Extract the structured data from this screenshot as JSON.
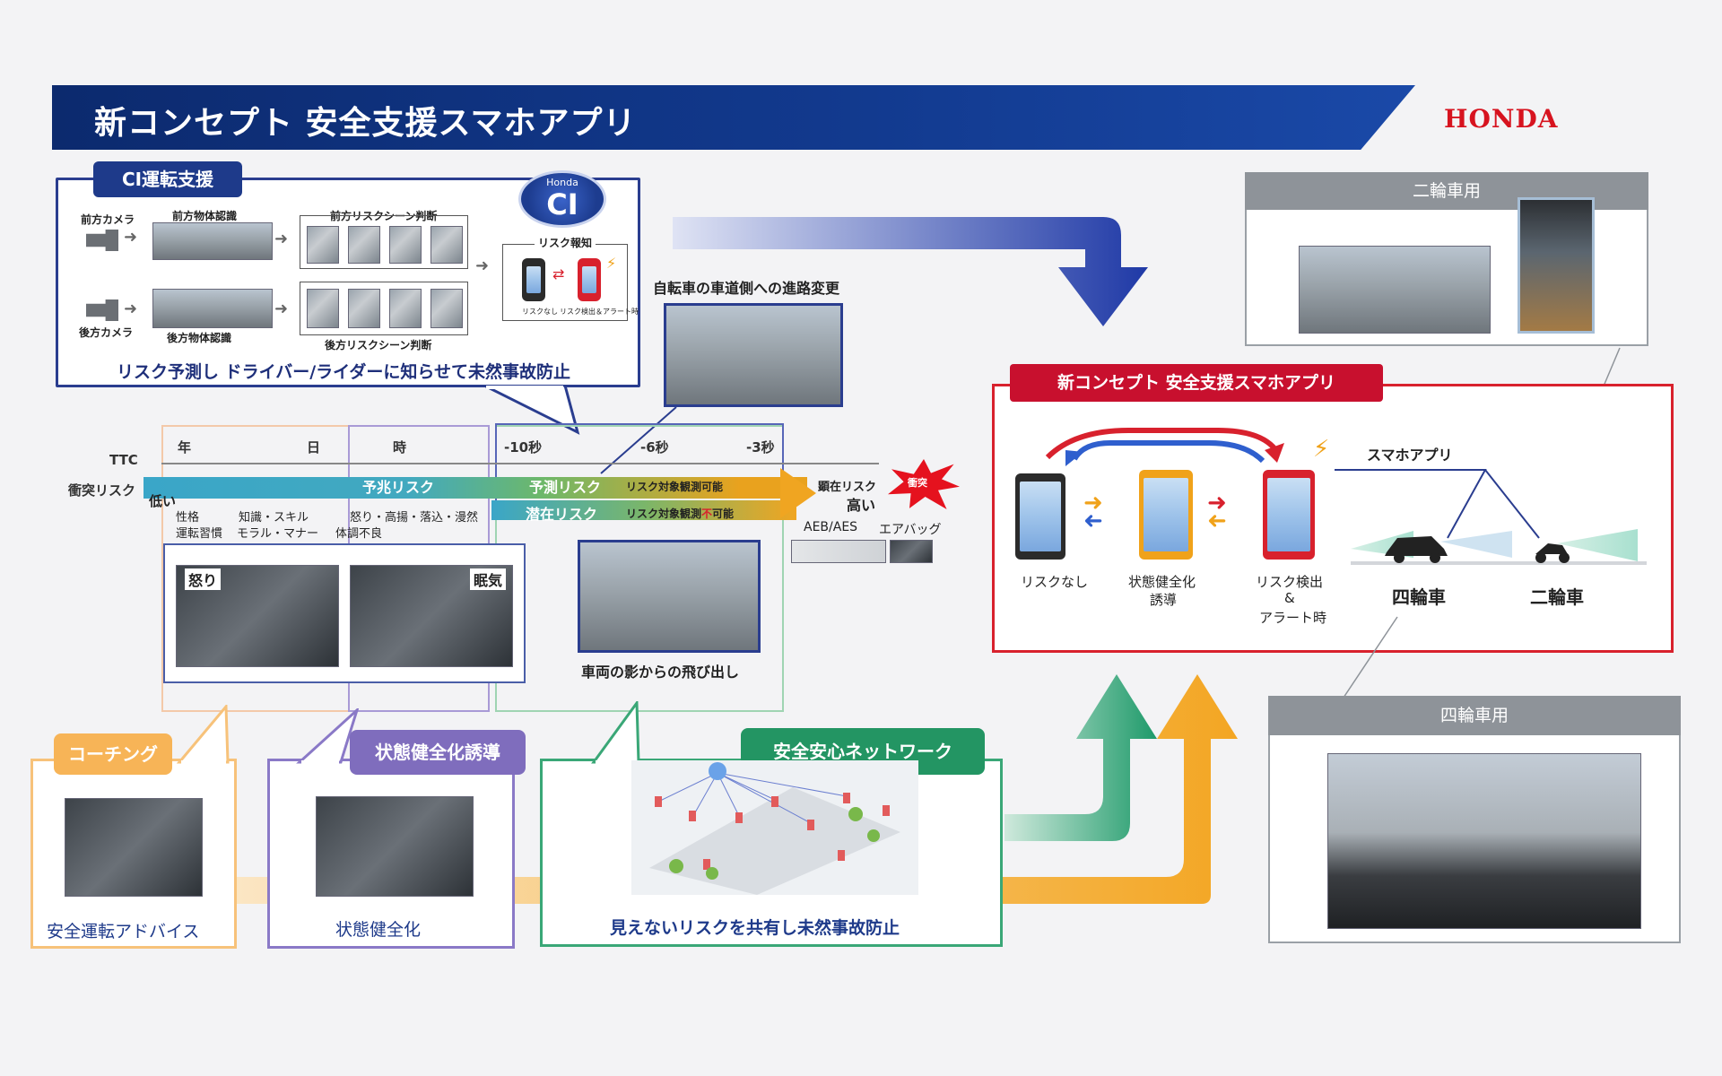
{
  "header": {
    "title": "新コンセプト 安全支援スマホアプリ",
    "logo": "HONDA"
  },
  "ci": {
    "label": "CI運転支援",
    "logo_top": "Honda",
    "logo_main": "CI",
    "front_camera": "前方カメラ",
    "front_object": "前方物体認識",
    "front_scene": "前方リスクシーン判断",
    "rear_camera": "後方カメラ",
    "rear_object": "後方物体認識",
    "rear_scene": "後方リスクシーン判断",
    "risk_alert": "リスク報知",
    "no_risk_small": "リスクなし",
    "detect_small": "リスク検出＆アラート時",
    "caption": "リスク予測し ドライバー/ライダーに知らせて未然事故防止"
  },
  "bike_change": "自転車の車道側への進路変更",
  "timeline": {
    "ttc": "TTC",
    "collision_risk": "衝突リスク",
    "year": "年",
    "day": "日",
    "hour": "時",
    "t10": "-10秒",
    "t6": "-6秒",
    "t3": "-3秒",
    "low": "低い",
    "high": "高い",
    "sign_risk": "予兆リスク",
    "predict_risk": "予測リスク",
    "predict_note": "リスク対象観測可能",
    "latent_risk": "潜在リスク",
    "latent_note_a": "リスク対象観測",
    "latent_note_b": "不",
    "latent_note_c": "可能",
    "apparent_risk": "顕在リスク",
    "crash": "衝突",
    "aeb": "AEB/AES",
    "airbag": "エアバッグ",
    "trait": "性格",
    "knowledge": "知識・スキル",
    "habit": "運転習慣",
    "morals": "モラル・マナー",
    "emotion": "怒り・高揚・落込・漫然",
    "condition": "体調不良"
  },
  "driver": {
    "anger": "怒り",
    "sleepy": "眠気"
  },
  "street_caption": "車両の影からの飛び出し",
  "coaching": {
    "label": "コーチング",
    "caption": "安全運転アドバイス"
  },
  "health": {
    "label": "状態健全化誘導",
    "caption": "状態健全化"
  },
  "network": {
    "label": "安全安心ネットワーク",
    "caption": "見えないリスクを共有し未然事故防止"
  },
  "app": {
    "label": "新コンセプト 安全支援スマホアプリ",
    "step1": "リスクなし",
    "step2a": "状態健全化",
    "step2b": "誘導",
    "step3a": "リスク検出",
    "step3b": "&",
    "step3c": "アラート時",
    "smartphone_app": "スマホアプリ",
    "car": "四輪車",
    "moto": "二輪車"
  },
  "moto_box": {
    "title": "二輪車用"
  },
  "car_box": {
    "title": "四輪車用"
  }
}
